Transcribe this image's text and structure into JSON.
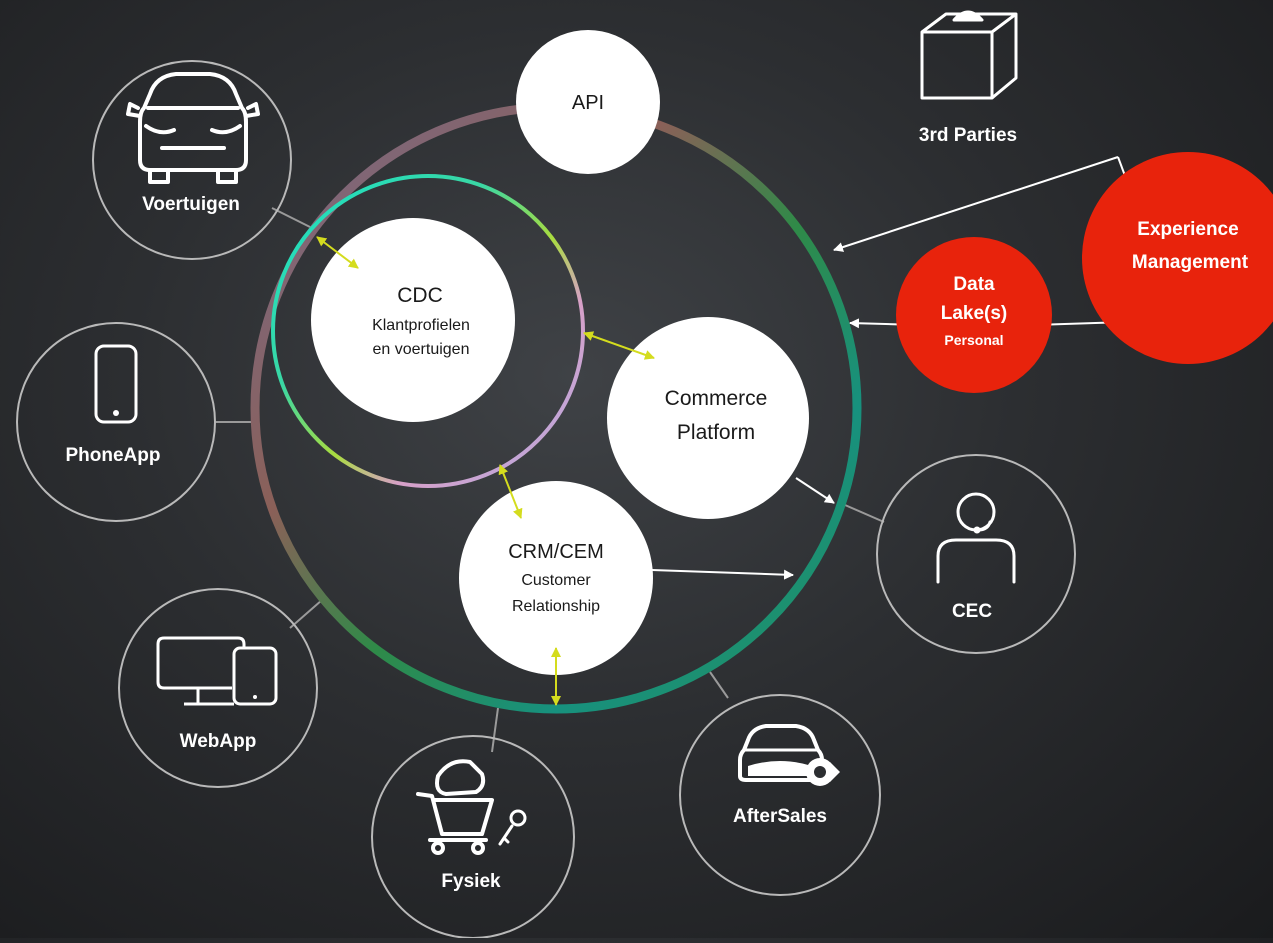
{
  "nodes": {
    "api": "API",
    "third_parties": "3rd Parties",
    "voertuigen": "Voertuigen",
    "phoneapp": "PhoneApp",
    "webapp": "WebApp",
    "fysiek": "Fysiek",
    "aftersales": "AfterSales",
    "cec": "CEC",
    "cdc": {
      "title": "CDC",
      "line1": "Klantprofielen",
      "line2": "en voertuigen"
    },
    "commerce": {
      "line1": "Commerce",
      "line2": "Platform"
    },
    "crm": {
      "title": "CRM/CEM",
      "line1": "Customer",
      "line2": "Relationship"
    },
    "data_lake": {
      "line1": "Data",
      "line2": "Lake(s)",
      "line3": "Personal"
    },
    "experience": {
      "line1": "Experience",
      "line2": "Management"
    }
  },
  "colors": {
    "accent_red": "#e8230c",
    "arrow_yellow": "#d4dc1e",
    "outline_gray": "#b9b9b9",
    "white": "#ffffff"
  },
  "icons": [
    "car-front-icon",
    "smartphone-icon",
    "monitor-tablet-icon",
    "shopping-cart-key-icon",
    "service-car-icon",
    "headset-person-icon",
    "ballot-box-icon"
  ]
}
